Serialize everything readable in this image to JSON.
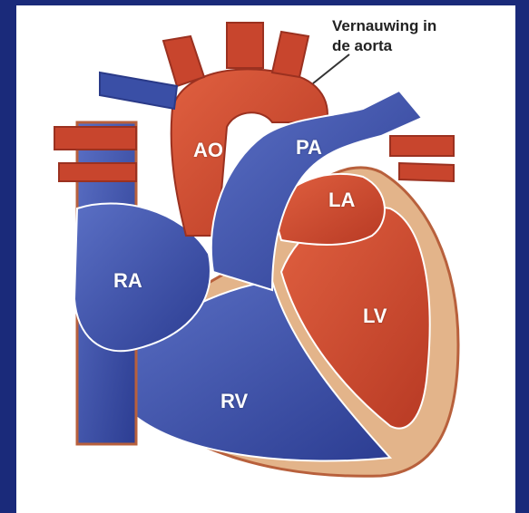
{
  "labels": {
    "ao": "AO",
    "pa": "PA",
    "la": "LA",
    "ra": "RA",
    "lv": "LV",
    "rv": "RV"
  },
  "callout": {
    "line1": "Vernauwing in",
    "line2": "de aorta"
  },
  "colors": {
    "background": "#1a2a7a",
    "oxygenated": "#c8452d",
    "deoxygenated": "#3a4fa6",
    "wall": "#e3b48a"
  }
}
